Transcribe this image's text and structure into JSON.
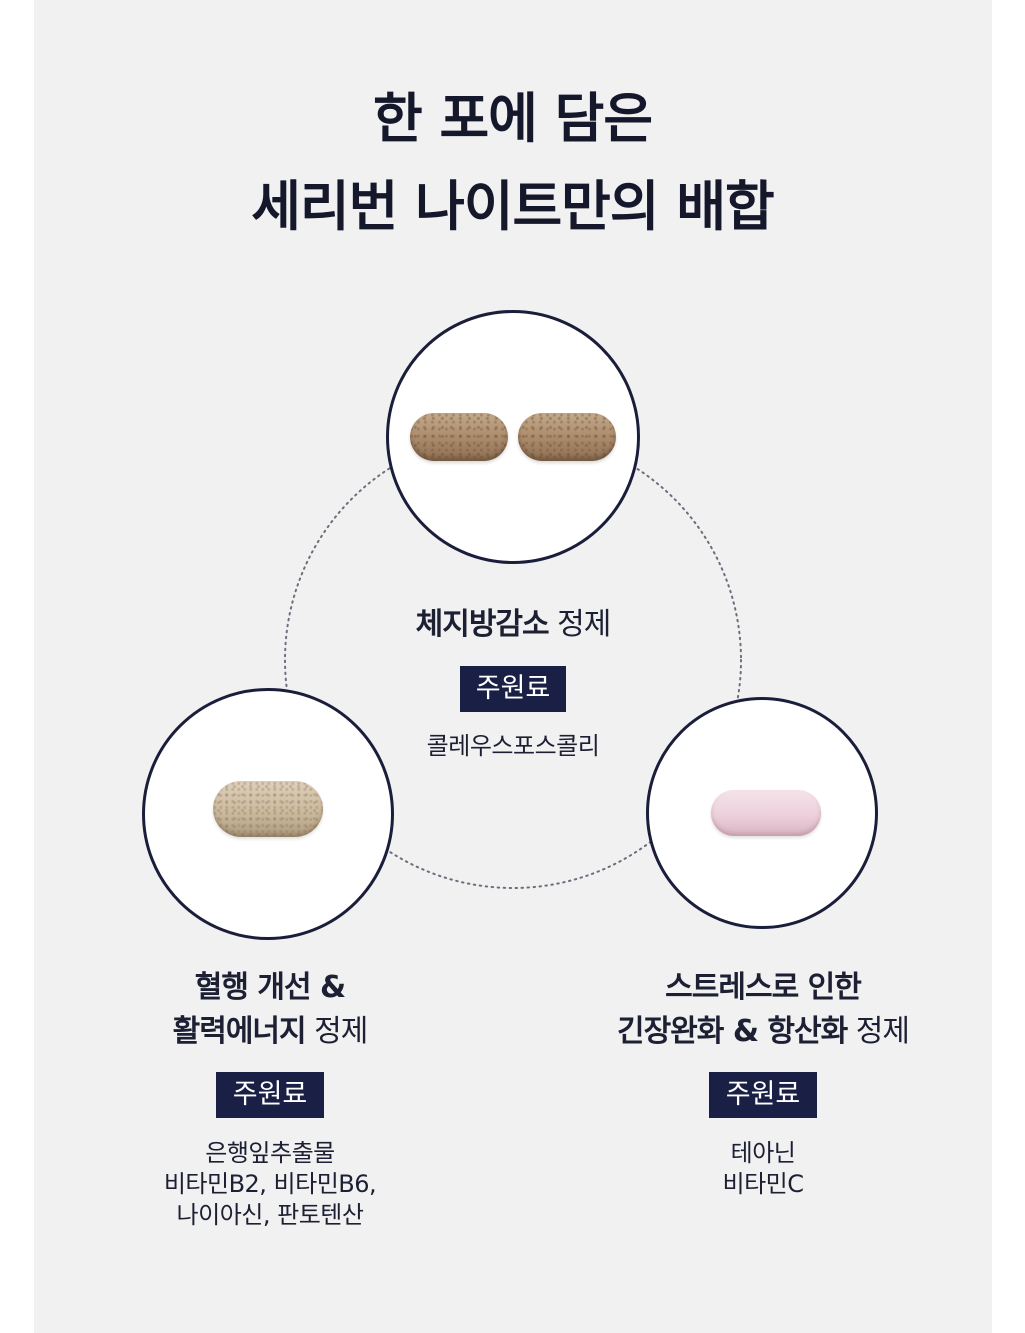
{
  "title": {
    "line1": "한 포에 담은",
    "line2": "세리번 나이트만의 배합"
  },
  "tablets": [
    {
      "name_bold": "체지방감소",
      "name_suffix": "정제",
      "badge": "주원료",
      "ingredients": [
        "콜레우스포스콜리"
      ],
      "pill_color": "brown",
      "pill_count": 2
    },
    {
      "name_lines": [
        {
          "bold": "혈행 개선 &",
          "suffix": ""
        },
        {
          "bold": "활력에너지",
          "suffix": "정제"
        }
      ],
      "badge": "주원료",
      "ingredients": [
        "은행잎추출물",
        "비타민B2, 비타민B6,",
        "나이아신, 판토텐산"
      ],
      "pill_color": "tan",
      "pill_count": 1
    },
    {
      "name_lines": [
        {
          "bold": "스트레스로 인한",
          "suffix": ""
        },
        {
          "bold": "긴장완화 & 항산화",
          "suffix": "정제"
        }
      ],
      "badge": "주원료",
      "ingredients": [
        "테아닌",
        "비타민C"
      ],
      "pill_color": "pink",
      "pill_count": 1
    }
  ],
  "colors": {
    "background": "#f1f1f2",
    "navy": "#1a1f45",
    "title": "#15182b"
  }
}
